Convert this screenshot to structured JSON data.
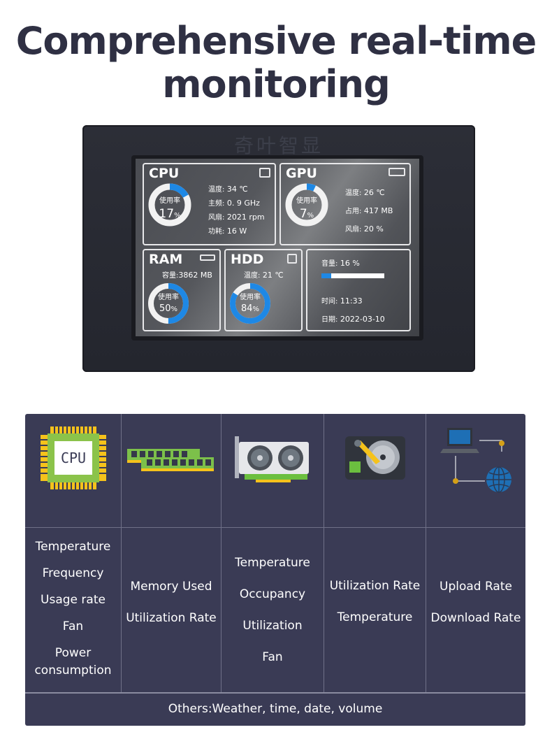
{
  "headline": {
    "line1": "Comprehensive real-time",
    "line2": "monitoring"
  },
  "device": {
    "brand": "奇叶智显",
    "cpu": {
      "title": "CPU",
      "ring_label": "使用率",
      "usage_value": "17",
      "usage_unit": "%",
      "usage_fraction": 0.17,
      "stats": [
        {
          "key": "温度:",
          "value": "34 ℃"
        },
        {
          "key": "主频:",
          "value": "0. 9 GHz"
        },
        {
          "key": "风扇:",
          "value": "2021 rpm"
        },
        {
          "key": "功耗:",
          "value": "16 W"
        }
      ]
    },
    "gpu": {
      "title": "GPU",
      "ring_label": "使用率",
      "usage_value": "7",
      "usage_unit": "%",
      "usage_fraction": 0.07,
      "stats": [
        {
          "key": "温度:",
          "value": "26 ℃"
        },
        {
          "key": "占用:",
          "value": "417 MB"
        },
        {
          "key": "风扇:",
          "value": "20 %"
        }
      ]
    },
    "ram": {
      "title": "RAM",
      "capacity_key": "容量:",
      "capacity_value": "3862 MB",
      "ring_label": "使用率",
      "usage_value": "50",
      "usage_unit": "%",
      "usage_fraction": 0.5
    },
    "hdd": {
      "title": "HDD",
      "temp_key": "温度:",
      "temp_value": "21 ℃",
      "ring_label": "使用率",
      "usage_value": "84",
      "usage_unit": "%",
      "usage_fraction": 0.84
    },
    "misc": {
      "volume_key": "音量:",
      "volume_value": "16 %",
      "volume_fraction": 0.16,
      "time_key": "时间:",
      "time_value": "11:33",
      "date_key": "日期:",
      "date_value": "2022-03-10"
    },
    "colors": {
      "accent": "#1e88e5",
      "ring_bg": "#f2f2f2"
    }
  },
  "table": {
    "columns": [
      {
        "icon": "cpu-chip-icon",
        "cpu_label": "CPU",
        "items": [
          "Temperature",
          "Frequency",
          "Usage rate",
          "Fan",
          "Power",
          "consumption"
        ]
      },
      {
        "icon": "ram-module-icon",
        "items": [
          "Memory Used",
          "Utilization Rate"
        ]
      },
      {
        "icon": "graphics-card-icon",
        "items": [
          "Temperature",
          "Occupancy",
          "Utilization",
          "Fan"
        ]
      },
      {
        "icon": "hard-drive-icon",
        "items": [
          "Utilization Rate",
          "Temperature"
        ]
      },
      {
        "icon": "network-icon",
        "items": [
          "Upload Rate",
          "Download Rate"
        ]
      }
    ],
    "footer": "Others:Weather, time, date, volume",
    "colors": {
      "background": "#3a3b55",
      "chip_green": "#8bc34a"
    }
  }
}
